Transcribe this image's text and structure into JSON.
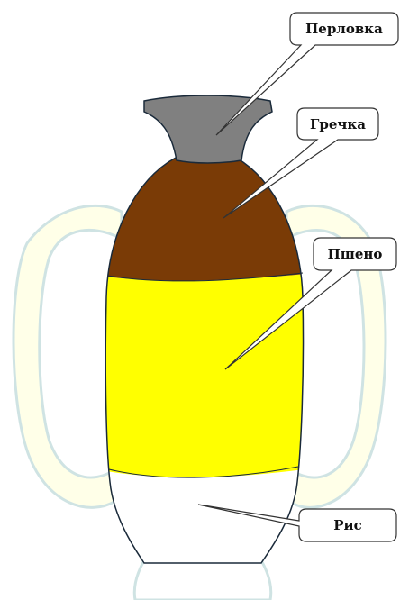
{
  "labels": {
    "top": "Перловка",
    "upper": "Гречка",
    "middle": "Пшено",
    "bottom": "Рис"
  },
  "colors": {
    "neck": "#808080",
    "buckwheat": "#7a3b06",
    "millet": "#ffff00",
    "rice": "#ffffff",
    "handle_fill": "#ffffe8",
    "handle_stroke": "#cfe3e3",
    "outline": "#1a2a3a"
  }
}
